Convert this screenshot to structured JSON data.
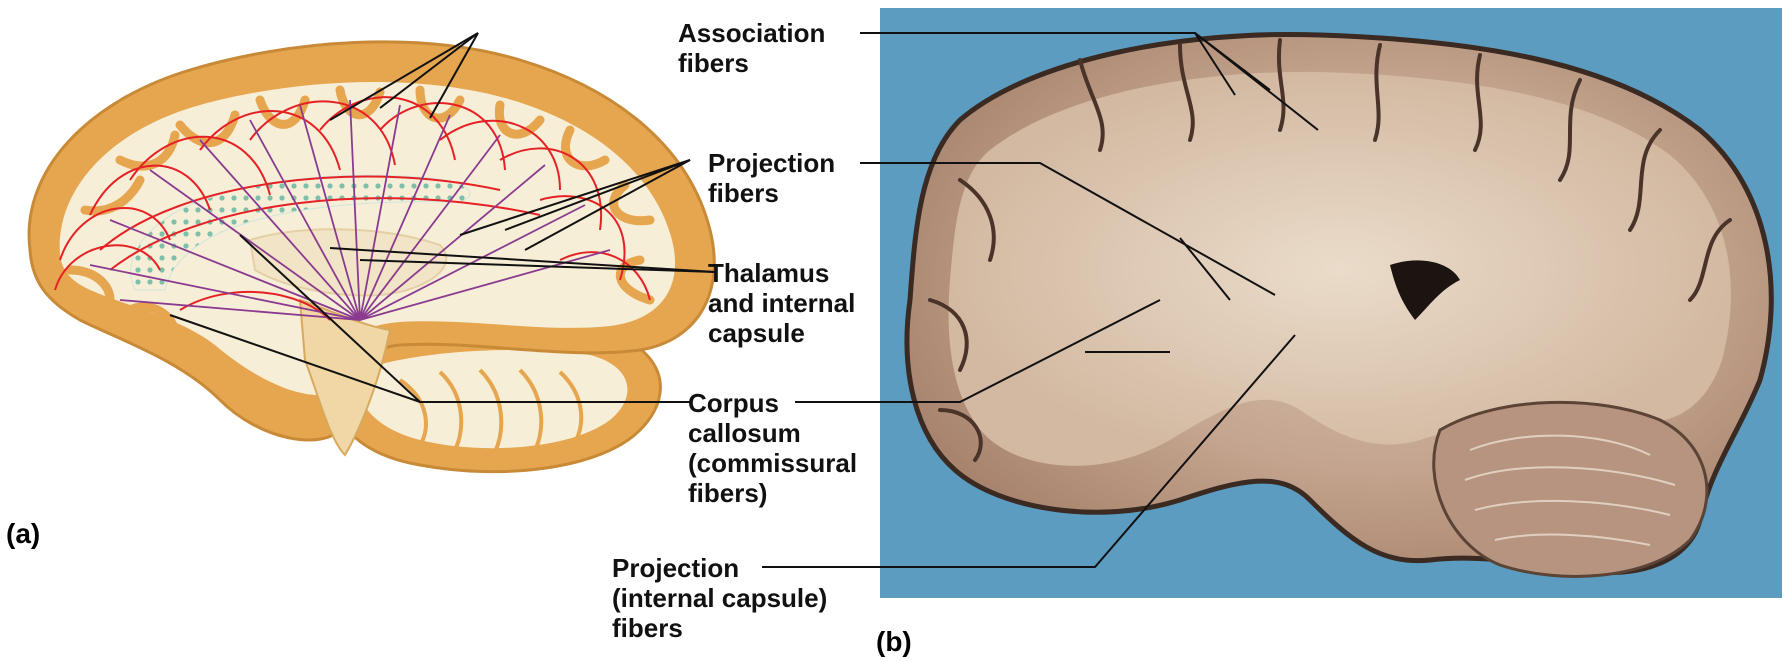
{
  "panels": {
    "a": "(a)",
    "b": "(b)"
  },
  "labels": {
    "association": [
      "Association",
      "fibers"
    ],
    "projection": [
      "Projection",
      "fibers"
    ],
    "thalamus": [
      "Thalamus",
      "and internal",
      "capsule"
    ],
    "corpus": [
      "Corpus",
      "callosum",
      "(commissural",
      "fibers)"
    ],
    "projection_internal": [
      "Projection",
      "(internal capsule)",
      "fibers"
    ]
  },
  "colors": {
    "photo_background": "#5b9cc0",
    "cortex": "#e6a54f",
    "white_matter": "#f7eed7",
    "fiber_red": "#e52125",
    "fiber_purple": "#8b3b8f",
    "commissural_dots": "#7fbfa8"
  }
}
